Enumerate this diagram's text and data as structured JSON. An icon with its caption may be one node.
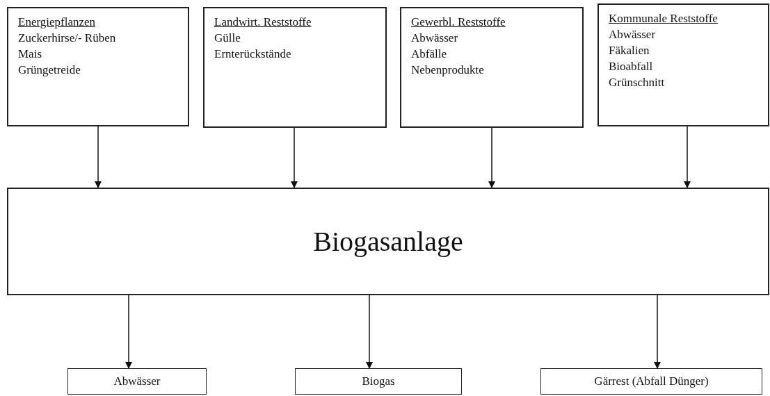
{
  "diagram": {
    "nodes": [
      {
        "text": [
          "Energiepflanzen",
          "Zuckerhirse/- Rüben",
          "Mais",
          "Grüngetreide"
        ]
      },
      {
        "text": [
          "Landwirt. Reststoffe",
          "Gülle",
          "Ernterückstände"
        ]
      },
      {
        "text": [
          "Gewerbl. Reststoffe",
          "Abwässer",
          "Abfälle",
          "Nebenprodukte"
        ]
      },
      {
        "text": [
          "Kommunale Reststoffe",
          "Abwässer",
          "Fäkalien",
          "Bioabfall",
          "Grünschnitt"
        ]
      },
      {
        "text": [
          "Biogasanlage"
        ]
      },
      {
        "text": [
          "Abwässer"
        ]
      },
      {
        "text": [
          "Biogas"
        ]
      },
      {
        "text": [
          "Gärrest (Abfall Dünger)"
        ]
      }
    ],
    "edges": [
      {
        "from": 0,
        "to": 4,
        "arrow": "to"
      },
      {
        "from": 1,
        "to": 4,
        "arrow": "to"
      },
      {
        "from": 2,
        "to": 4,
        "arrow": "to"
      },
      {
        "from": 3,
        "to": 4,
        "arrow": "to"
      },
      {
        "from": 4,
        "to": 5,
        "arrow": "to"
      },
      {
        "from": 4,
        "to": 6,
        "arrow": "to"
      },
      {
        "from": 4,
        "to": 7,
        "arrow": "to"
      }
    ]
  }
}
